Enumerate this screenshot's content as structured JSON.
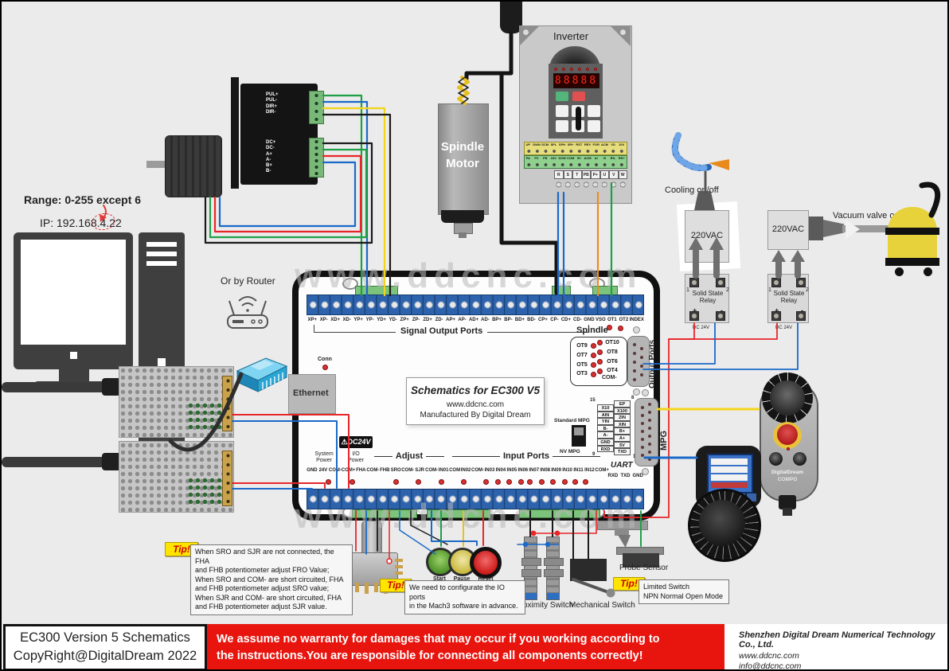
{
  "watermark": "www.ddcnc.com",
  "colors": {
    "warning_red": "#e8150f",
    "wire_blue": "#1b69c8",
    "wire_green": "#1fa048",
    "wire_yellow": "#f3d41c",
    "wire_red": "#e8262a",
    "wire_orange": "#f08a1d",
    "led_red": "#d93030"
  },
  "footer": {
    "title": "EC300 Version 5 Schematics",
    "copyright": "CopyRight@DigitalDream 2022",
    "warning": "We assume no warranty for damages that may occur if you working according to\nthe instructions.You are responsible for connecting all components correctly!",
    "company": "Shenzhen Digital Dream Numerical Technology Co., Ltd.",
    "website": "www.ddcnc.com",
    "email": "info@ddcnc.com"
  },
  "computer": {
    "range_note": "Range: 0-255 except 6",
    "ip_note": "IP: 192.168.4.22",
    "router_note": "Or by Router"
  },
  "driver": {
    "pulse_pins": [
      "PUL+",
      "PUL-",
      "DIR+",
      "DIR-"
    ],
    "power_pins": [
      "DC+",
      "DC-",
      "A+",
      "A-",
      "B+",
      "B-"
    ]
  },
  "spindle_motor": {
    "label": "Spindle\nMotor"
  },
  "inverter": {
    "title": "Inverter",
    "display": "88888",
    "row1": [
      "UP",
      "DWN",
      "SCM",
      "SPL",
      "SPH",
      "SR+",
      "RST",
      "REV",
      "FOR",
      "ACM",
      "VD",
      "10V"
    ],
    "row2": [
      "FA",
      "FC",
      "FB",
      "24V",
      "DCM",
      "COM",
      "5V",
      "ACM",
      "AI",
      "VI",
      "RS-",
      "RS+"
    ],
    "row3": [
      "R",
      "S",
      "T",
      "PB",
      "P+",
      "U",
      "V",
      "W"
    ]
  },
  "cooling": {
    "label": "Cooling on/off"
  },
  "vacuum": {
    "label": "Vacuum valve on/off"
  },
  "relays": [
    {
      "load": "220VAC",
      "name": "Solid State Relay",
      "dc": "DC 24V",
      "t1": "1",
      "t2": "2",
      "plus": "+",
      "minus": "-"
    },
    {
      "load": "220VAC",
      "name": "Solid State Relay",
      "dc": "DC 24V",
      "t1": "1",
      "t2": "2",
      "plus": "+",
      "minus": "-"
    }
  ],
  "board": {
    "title": "Schematics for EC300 V5",
    "subtitle": "www.ddcnc.com",
    "maker": "Manufactured By Digital Dream",
    "conn": "Conn",
    "ethernet": "Ethernet",
    "dc24v": "DC24V",
    "signal_output_ports": "Signal Output Ports",
    "spindle": "Spindle",
    "output_ports": "Output Ports",
    "mpg": "MPG",
    "uart": "UART",
    "system_power": "System\nPower",
    "io_power": "I/O\nPower",
    "adjust": "Adjust",
    "input_ports": "Input Ports",
    "standard_mpg": "Standard MPG",
    "nv_mpg": "NV MPG",
    "top_terminals": [
      "XP+",
      "XP-",
      "XD+",
      "XD-",
      "YP+",
      "YP-",
      "YD+",
      "YD-",
      "ZP+",
      "ZP-",
      "ZD+",
      "ZD-",
      "AP+",
      "AP-",
      "AD+",
      "AD-",
      "BP+",
      "BP-",
      "BD+",
      "BD-",
      "CP+",
      "CP-",
      "CD+",
      "CD-",
      "GND",
      "VSO",
      "OT1",
      "OT2",
      "INDEX"
    ],
    "bottom_terminals": [
      "GND",
      "24V",
      "COM-",
      "COM+",
      "FHA",
      "COM-",
      "FHB",
      "SRO",
      "COM-",
      "SJR",
      "COM-",
      "IN01",
      "COM",
      "IN02",
      "COM-",
      "IN03",
      "IN04",
      "IN05",
      "IN06",
      "IN07",
      "IN08",
      "IN09",
      "IN10",
      "IN11",
      "IN12",
      "COM+"
    ],
    "uart_pins": [
      "RXD",
      "TXD",
      "GND"
    ],
    "out_left": [
      "OT9",
      "OT7",
      "OT5",
      "OT3"
    ],
    "out_right": [
      "OT10",
      "OT8",
      "OT6",
      "OT4"
    ],
    "out_com": "COM-",
    "mpg_left": [
      "X10",
      "AIN",
      "YIN",
      "B-",
      "A-",
      "GND",
      "RXD"
    ],
    "mpg_right": [
      "EP",
      "X100",
      "ZIN",
      "XIN",
      "B+",
      "A+",
      "5V",
      "TXD"
    ],
    "mpg_corners": {
      "tl": "15",
      "tr": "8",
      "bl": "9",
      "br": "1"
    }
  },
  "controls": {
    "start": "Start",
    "pause": "Pause",
    "reset": "Reset"
  },
  "sensors": {
    "proximity": "Proximity Switch",
    "mechanical": "Mechanical Switch",
    "probe": "Probe Sensor"
  },
  "pendant": {
    "brand": "DigitalDream",
    "model": "COMPO"
  },
  "tips": {
    "tag": "Tip!",
    "tip1": "When SRO and SJR are not connected, the FHA\nand FHB potentiometer adjust FRO Value;\nWhen SRO and COM- are short circuited, FHA\nand FHB potentiometer adjust SRO value;\nWhen SJR and COM- are short circuited, FHA\nand FHB potentiometer adjust SJR value.",
    "tip2": "We need to configurate the IO ports\nin the Mach3 software in advance.",
    "tip3": "Limited Switch\nNPN Normal Open Mode"
  }
}
